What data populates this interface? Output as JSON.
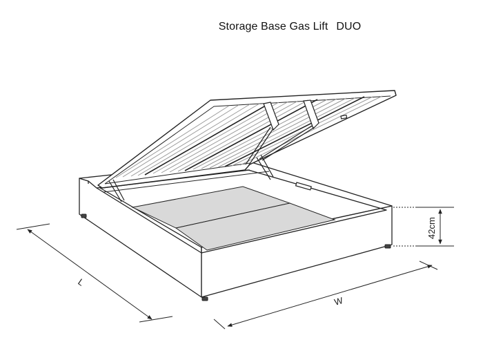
{
  "title": {
    "name": "Storage Base Gas Lift",
    "model": "DUO"
  },
  "dimensions": {
    "length_label": "L",
    "width_label": "W",
    "height_label": "42cm"
  },
  "colors": {
    "line": "#222222",
    "slat": "#9a9a9a",
    "board": "#d9d9d9",
    "inner_wall": "#ececec"
  }
}
